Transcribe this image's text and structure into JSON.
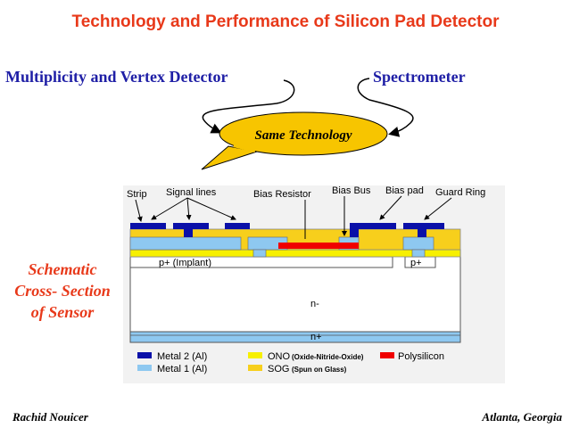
{
  "slide": {
    "title": "Technology and Performance of Silicon Pad Detector",
    "left_heading": "Multiplicity and Vertex Detector",
    "right_heading": "Spectrometer",
    "bubble_text": "Same Technology",
    "side_caption": [
      "Schematic",
      "Cross- Section",
      "of Sensor"
    ],
    "author": "Rachid Nouicer",
    "location": "Atlanta, Georgia"
  },
  "diagram": {
    "labels": {
      "strip": "Strip",
      "signal_lines": "Signal lines",
      "bias_resistor": "Bias Resistor",
      "bias_bus": "Bias Bus",
      "bias_pad": "Bias pad",
      "guard_ring": "Guard Ring",
      "implant": "p+ (Implant)",
      "p_plus": "p+",
      "n_minus": "n-",
      "n_plus": "n+"
    },
    "legend": [
      {
        "id": "metal2",
        "label": "Metal 2 (Al)",
        "color": "#0a10a8"
      },
      {
        "id": "metal1",
        "label": "Metal 1 (Al)",
        "color": "#8ec8f0"
      },
      {
        "id": "ono",
        "label": "ONO",
        "sublabel": "(Oxide-Nitride-Oxide)",
        "color": "#f7f000"
      },
      {
        "id": "sog",
        "label": "SOG",
        "sublabel": "(Spun on Glass)",
        "color": "#f7cf1c"
      },
      {
        "id": "poly",
        "label": "Polysilicon",
        "color": "#f00000"
      }
    ]
  }
}
